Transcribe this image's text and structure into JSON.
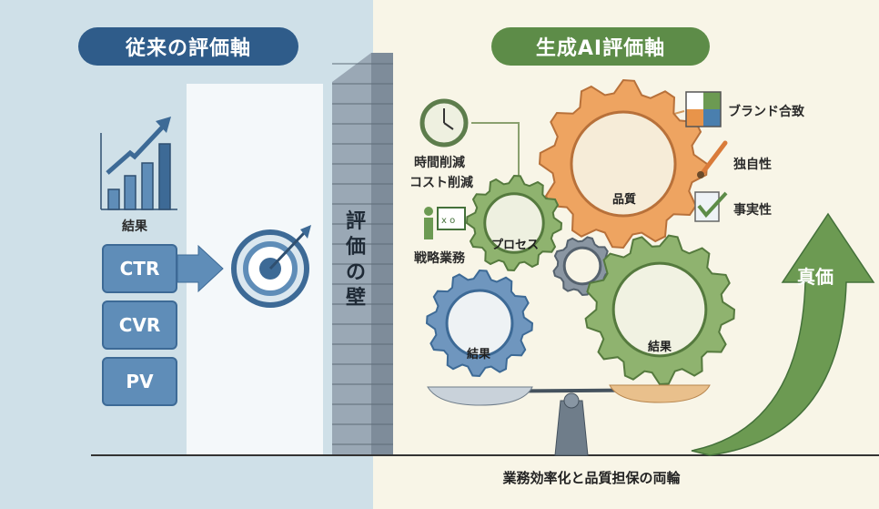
{
  "left": {
    "title": "従来の評価軸",
    "chart_label": "結果",
    "metrics": [
      "CTR",
      "CVR",
      "PV"
    ],
    "wall_label": "評価の壁"
  },
  "right": {
    "title": "生成AI評価軸",
    "process_items": [
      "時間削減",
      "コスト削減",
      "戦略業務"
    ],
    "process_gear": "プロセス",
    "quality_gear": "品質",
    "quality_items": [
      "ブランド合致",
      "独自性",
      "事実性"
    ],
    "result_gear_left": "結果",
    "result_gear_right": "結果",
    "arrow_label": "真価",
    "caption": "業務効率化と品質担保の両輪"
  },
  "colors": {
    "blue": "#2f5c8a",
    "green": "#5d8c48",
    "orange": "#e8944a",
    "gray": "#7e8a96"
  }
}
